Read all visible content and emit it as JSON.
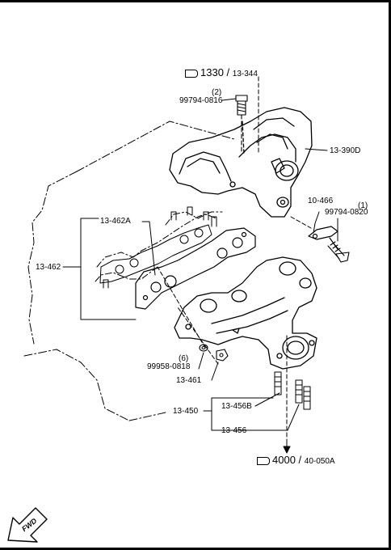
{
  "references": {
    "top": {
      "main": "1330",
      "sub": "13-344"
    },
    "bottom": {
      "main": "4000",
      "sub": "40-050A"
    }
  },
  "parts": {
    "p99794_0816": {
      "code": "99794-0816",
      "qty": "(2)"
    },
    "p13_390D": "13-390D",
    "p10_466": "10-466",
    "p99794_0820": {
      "code": "99794-0820",
      "qty": "(1)"
    },
    "p13_462A": "13-462A",
    "p13_462": "13-462",
    "p99958_0818": {
      "code": "99958-0818",
      "qty": "(6)"
    },
    "p13_461": "13-461",
    "p13_450": "13-450",
    "p13_456B": "13-456B",
    "p13_456": "13-456"
  },
  "fwd": "FWD",
  "icons": {
    "ref": "pointing-hand-icon",
    "fwd": "fwd-arrow-icon"
  }
}
